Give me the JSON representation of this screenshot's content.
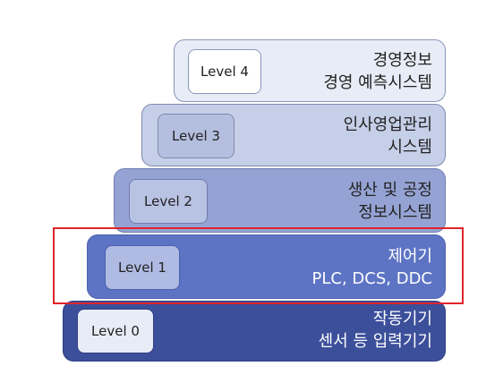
{
  "levels": [
    {
      "badge": "Level 4",
      "lines": [
        "경영정보",
        "경영 예측시스템"
      ]
    },
    {
      "badge": "Level 3",
      "lines": [
        "인사영업관리",
        "시스템"
      ]
    },
    {
      "badge": "Level 2",
      "lines": [
        "생산 및 공정",
        "정보시스템"
      ]
    },
    {
      "badge": "Level 1",
      "lines": [
        "제어기",
        "PLC, DCS, DDC"
      ]
    },
    {
      "badge": "Level 0",
      "lines": [
        "작동기기",
        "센서 등 입력기기"
      ]
    }
  ],
  "highlighted_level": "Level 1",
  "colors": {
    "highlight": "#e0242c",
    "level4": "#e8ecf6",
    "level3": "#c6cfe8",
    "level2": "#95a3d4",
    "level1": "#5d73c4",
    "level0": "#3c4f9b"
  }
}
